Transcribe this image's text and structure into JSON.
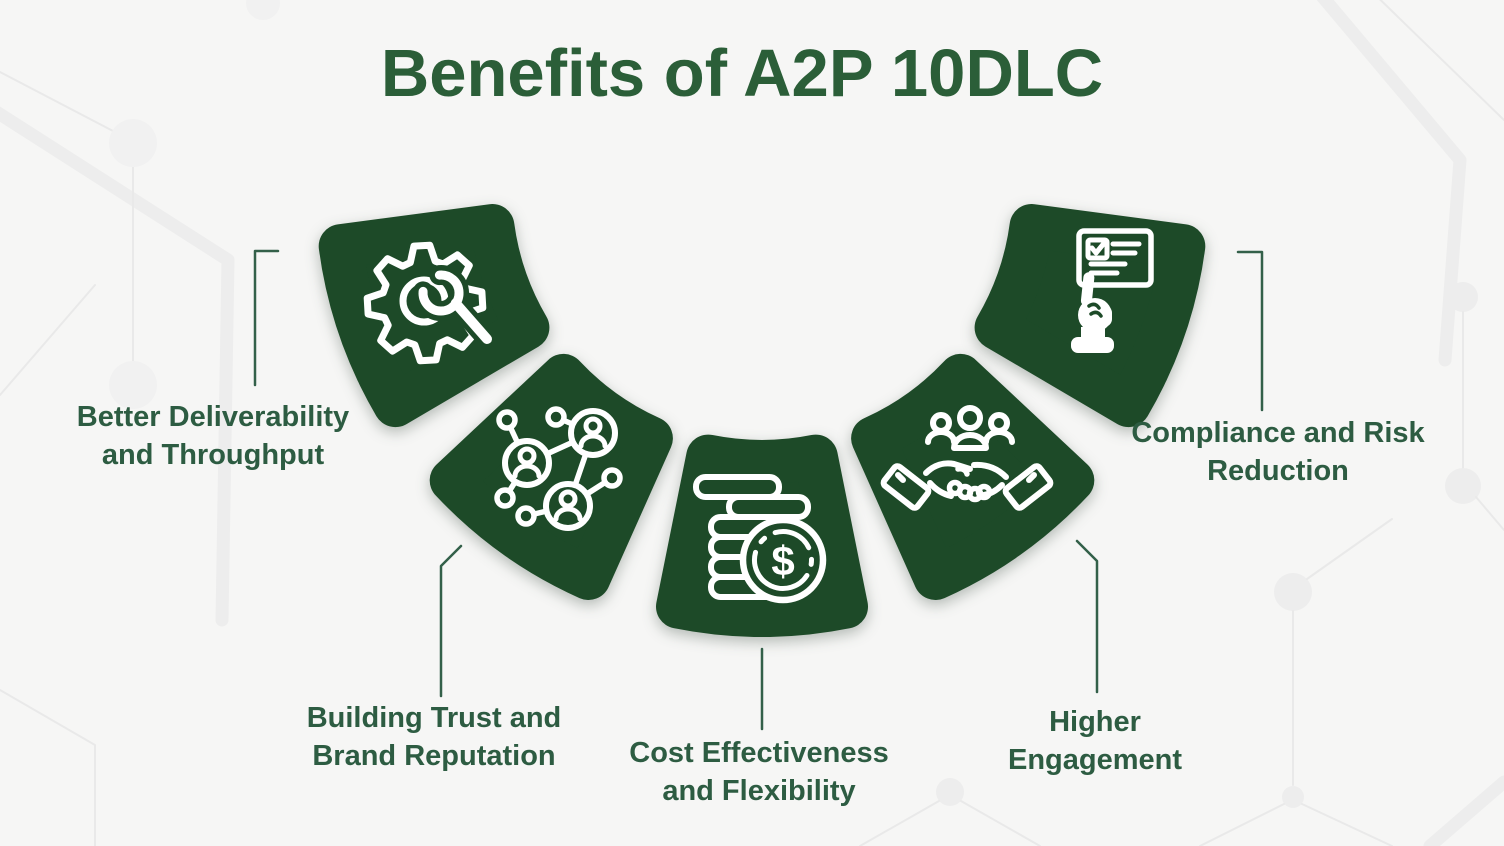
{
  "title": "Benefits of A2P 10DLC",
  "benefits": [
    {
      "id": "better-deliverability",
      "icon": "gear-wrench-icon",
      "label_line1": "Better Deliverability",
      "label_line2": "and Throughput"
    },
    {
      "id": "building-trust",
      "icon": "network-people-icon",
      "label_line1": "Building Trust and",
      "label_line2": "Brand Reputation"
    },
    {
      "id": "cost-effectiveness",
      "icon": "coins-dollar-icon",
      "label_line1": "Cost Effectiveness",
      "label_line2": "and Flexibility"
    },
    {
      "id": "higher-engagement",
      "icon": "handshake-icon",
      "label_line1": "Higher",
      "label_line2": "Engagement"
    },
    {
      "id": "compliance-risk",
      "icon": "checklist-hand-icon",
      "label_line1": "Compliance and Risk",
      "label_line2": "Reduction"
    }
  ],
  "icons": {
    "dollar_glyph": "$"
  },
  "colors": {
    "background": "#f6f6f5",
    "segment_green": "#1d4a28",
    "title_green": "#2b5e38",
    "label_green": "#2d5c42",
    "connector_green": "#336049",
    "icon_white": "#ffffff"
  }
}
